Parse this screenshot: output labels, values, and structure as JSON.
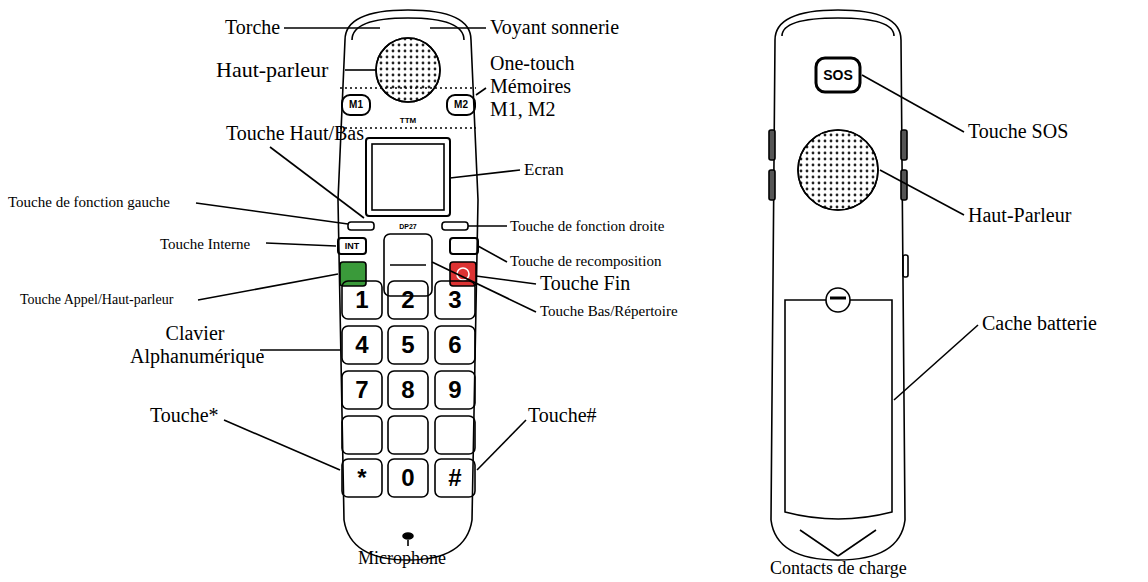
{
  "diagram": {
    "labels": [
      "Torche",
      "Voyant sonnerie",
      "Haut-parleur",
      "One-touch Mémoires M1, M2",
      "Touche Haut/Bas",
      "Ecran",
      "Touche de fonction gauche",
      "Touche de fonction droite",
      "Touche Interne",
      "Touche de recomposition",
      "Touche Appel/Haut-parleur",
      "Touche Fin",
      "Touche Bas/Répertoire",
      "Clavier Alphanumérique",
      "Touche*",
      "Touche#",
      "Microphone",
      "Touche SOS",
      "Haut-Parleur",
      "Cache batterie",
      "Contacts de charge",
      "M1",
      "M2",
      "TTM",
      "DP27",
      "INT",
      "SOS",
      "1",
      "2",
      "3",
      "4",
      "5",
      "6",
      "7",
      "8",
      "9",
      "*",
      "0",
      "#"
    ]
  }
}
